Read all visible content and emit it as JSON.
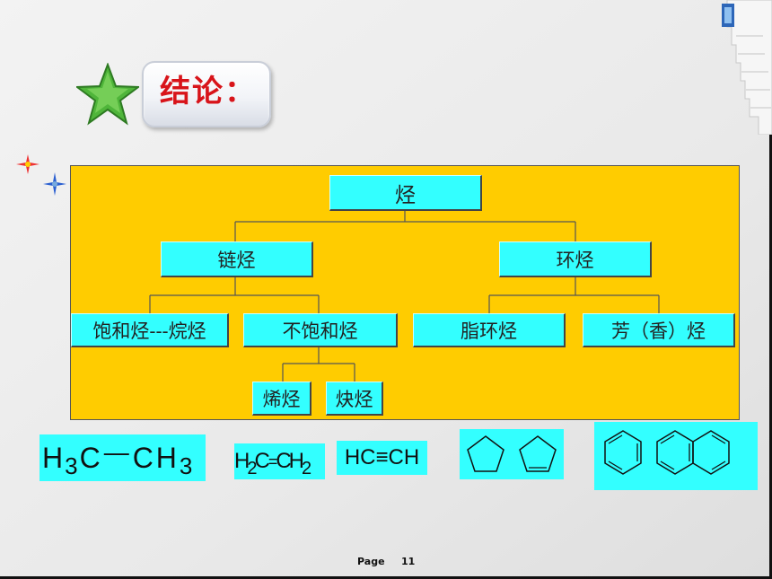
{
  "slide": {
    "title": "结论：",
    "page_label": "Page",
    "page_number": "11"
  },
  "tree": {
    "root": "烃",
    "level1": [
      "链烃",
      "环烃"
    ],
    "chain_children": [
      "饱和烃---烷烃",
      "不饱和烃"
    ],
    "unsaturated_children": [
      "烯烃",
      "炔烃"
    ],
    "ring_children": [
      "脂环烃",
      "芳（香）烃"
    ]
  },
  "formulas": {
    "ethane": {
      "a": "H",
      "b": "3",
      "c": "C",
      "bond": "—",
      "d": "CH",
      "e": "3"
    },
    "ethylene": {
      "a": "H",
      "b": "2",
      "c": "C",
      "bond": "=",
      "d": "CH",
      "e": "2"
    },
    "acetylene": "HC≡CH"
  },
  "colors": {
    "node_fill": "#33ffff",
    "panel_fill": "#ffcc00",
    "title_red": "#d8141a"
  },
  "icons": [
    "star-icon",
    "sparkle-icon",
    "stairs-decoration",
    "cyclopentane-icon",
    "cyclopentene-icon",
    "benzene-icon",
    "naphthalene-icon"
  ]
}
